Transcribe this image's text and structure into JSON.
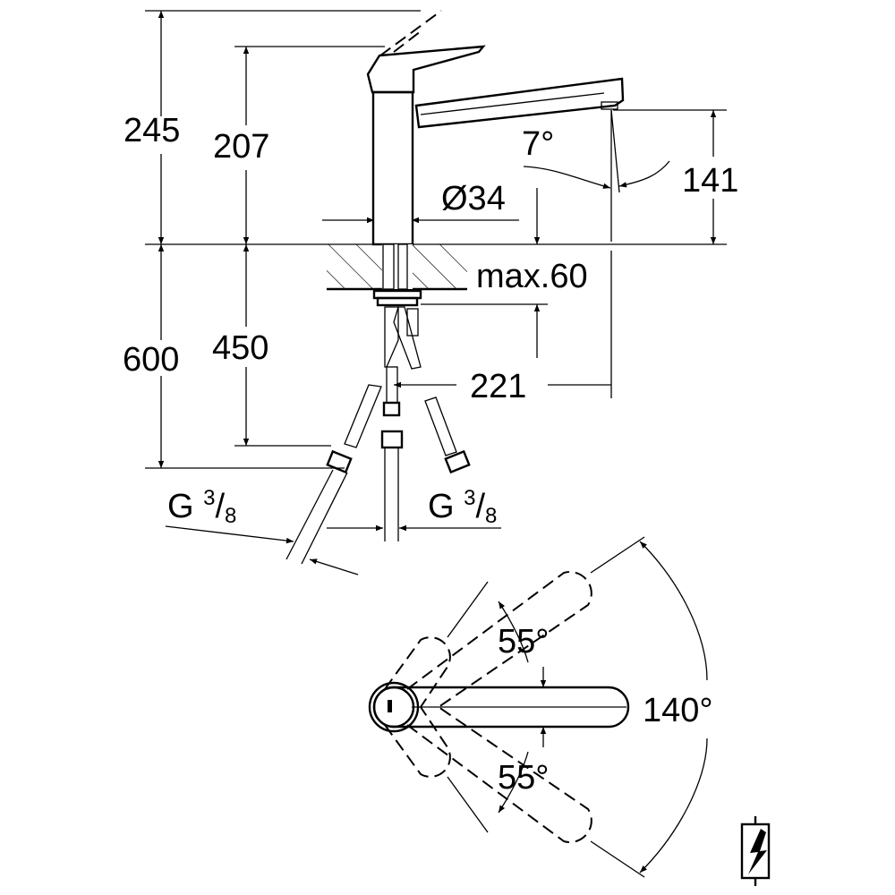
{
  "title": "Kitchen faucet dimension drawing",
  "dimensions": {
    "overall_height": "245",
    "body_height": "207",
    "spout_height": "141",
    "spout_angle": "7°",
    "body_diameter": "Ø34",
    "counter_thickness": "max.60",
    "spout_reach": "221",
    "hose_length_total": "600",
    "hose_length": "450"
  },
  "connections": [
    {
      "prefix": "G",
      "num": "3",
      "den": "8"
    },
    {
      "prefix": "G",
      "num": "3",
      "den": "8"
    }
  ],
  "lever_rotation": {
    "upper_angle": "55°",
    "lower_angle": "55°",
    "total_angle": "140°"
  },
  "symbols": {
    "icon": "high-pressure-lightning-icon"
  }
}
